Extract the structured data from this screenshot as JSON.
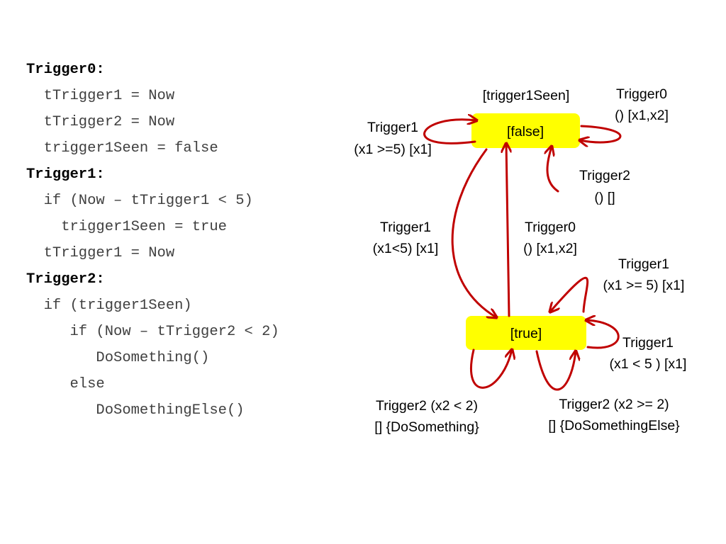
{
  "code": {
    "lines": [
      {
        "text": "Trigger0:",
        "header": true
      },
      {
        "text": "  tTrigger1 = Now",
        "header": false
      },
      {
        "text": "  tTrigger2 = Now",
        "header": false
      },
      {
        "text": "  trigger1Seen = false",
        "header": false
      },
      {
        "text": "Trigger1:",
        "header": true
      },
      {
        "text": "  if (Now – tTrigger1 < 5)",
        "header": false
      },
      {
        "text": "    trigger1Seen = true",
        "header": false
      },
      {
        "text": "  tTrigger1 = Now",
        "header": false
      },
      {
        "text": "Trigger2:",
        "header": true
      },
      {
        "text": "  if (trigger1Seen)",
        "header": false
      },
      {
        "text": "     if (Now – tTrigger2 < 2)",
        "header": false
      },
      {
        "text": "        DoSomething()",
        "header": false
      },
      {
        "text": "     else",
        "header": false
      },
      {
        "text": "        DoSomethingElse()",
        "header": false
      }
    ]
  },
  "diagram": {
    "states": {
      "false_state": "[false]",
      "true_state": "[true]"
    },
    "labels": {
      "top_state_label": "[trigger1Seen]",
      "self_false_trigger0": [
        "Trigger0",
        "() [x1,x2]"
      ],
      "self_false_trigger1": [
        "Trigger1",
        "(x1 >=5) [x1]"
      ],
      "self_false_trigger2": [
        "Trigger2",
        "() []"
      ],
      "false_to_true": [
        "Trigger1",
        "(x1<5) [x1]"
      ],
      "true_to_false": [
        "Trigger0",
        "() [x1,x2]"
      ],
      "self_true_trigger1_ge5": [
        "Trigger1",
        "(x1 >= 5) [x1]"
      ],
      "self_true_trigger1_lt5": [
        "Trigger1",
        "(x1 < 5 ) [x1]"
      ],
      "self_true_trigger2_lt2": [
        "Trigger2 (x2 < 2)",
        "[] {DoSomething}"
      ],
      "self_true_trigger2_ge2": [
        "Trigger2 (x2 >= 2)",
        "[] {DoSomethingElse}"
      ]
    },
    "colors": {
      "state_fill": "#ffff00",
      "arrow": "#c00000",
      "text": "#000000"
    }
  }
}
